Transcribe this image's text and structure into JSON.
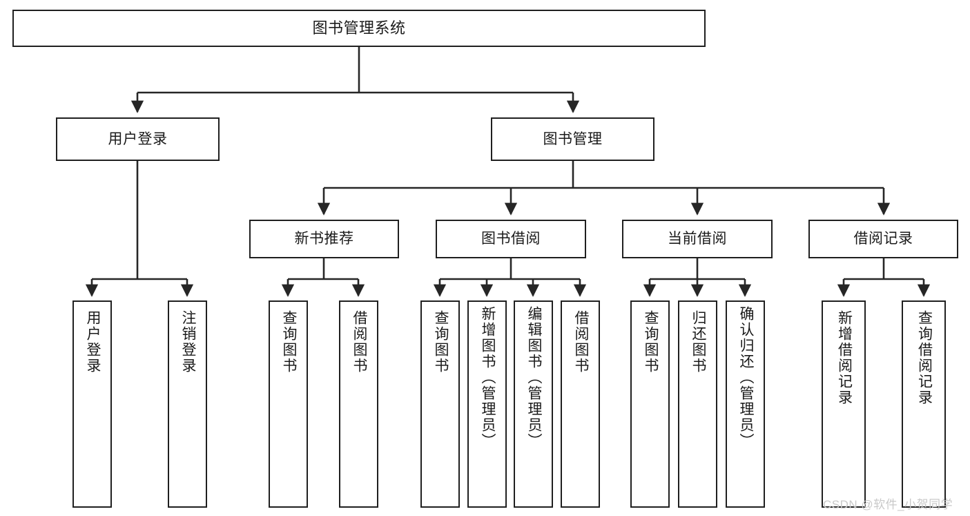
{
  "diagram": {
    "type": "tree-hierarchy",
    "title": "图书管理系统",
    "watermark": "CSDN @软件_小贺同学",
    "colors": {
      "box_border": "#1f1f1f",
      "box_fill": "#ffffff",
      "line": "#262626",
      "text": "#1a1a1a",
      "watermark": "#c9c9c9",
      "background": "#ffffff"
    },
    "root": {
      "label": "图书管理系统"
    },
    "level2": [
      {
        "label": "用户登录"
      },
      {
        "label": "图书管理"
      }
    ],
    "level3": [
      {
        "label": "新书推荐"
      },
      {
        "label": "图书借阅"
      },
      {
        "label": "当前借阅"
      },
      {
        "label": "借阅记录"
      }
    ],
    "leaves": {
      "user_login": [
        {
          "label": "用户登录"
        },
        {
          "label": "注销登录"
        }
      ],
      "new_book_recommend": [
        {
          "label": "查询图书"
        },
        {
          "label": "借阅图书"
        }
      ],
      "book_borrow": [
        {
          "label": "查询图书"
        },
        {
          "label": "新增图书（管理员）"
        },
        {
          "label": "编辑图书（管理员）"
        },
        {
          "label": "借阅图书"
        }
      ],
      "current_borrow": [
        {
          "label": "查询图书"
        },
        {
          "label": "归还图书"
        },
        {
          "label": "确认归还（管理员）"
        }
      ],
      "borrow_record": [
        {
          "label": "新增借阅记录"
        },
        {
          "label": "查询借阅记录"
        }
      ]
    }
  }
}
